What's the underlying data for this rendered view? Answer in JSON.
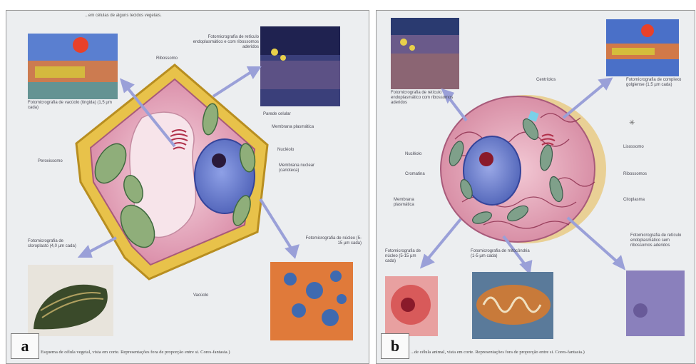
{
  "panels": [
    {
      "letter": "a",
      "caption": "Esquema de célula vegetal, vista em corte. Representações fora de proporção entre si. Cores-fantasia.)",
      "top_note": "...em células de alguns tecidos vegetais.",
      "labels": {
        "photo_top_left": "Fotomicrografia de vacúolo (tingida) (1,5 µm cada)",
        "photo_top_right": "Fotomicrografia de retículo endoplasmático e com ribossomos aderidos",
        "ribossomo": "Ribossomo",
        "parede_celular": "Parede celular",
        "membrana_plasmatica": "Membrana plasmática",
        "nucleolo": "Nucléolo",
        "membrana_nuclear": "Membrana nuclear (carioteca)",
        "peroxissomo": "Peroxissomo",
        "photo_bottom_left": "Fotomicrografia de cloroplasto (4,0 µm cada)",
        "photo_bottom_right": "Fotomicrografia de núcleo (5-15 µm cada)",
        "vacuolo": "Vacúolo"
      }
    },
    {
      "letter": "b",
      "caption": "...de célula animal, vista em corte. Representações fora de proporção entre si. Cores-fantasia.)",
      "labels": {
        "photo_top_left": "Fotomicrografia de retículo endoplasmático com ribossomos aderidos",
        "photo_top_right": "Fotomicrografia de complexo golgiense (1,5 µm cada)",
        "centriolos": "Centríolos",
        "lisossomo": "Lisossomo",
        "nucleolo": "Nucléolo",
        "cromatina": "Cromatina",
        "membrana_plasmatica": "Membrana plasmática",
        "ribossomos": "Ribossomos",
        "citoplasma": "Citoplasma",
        "photo_bottom_1": "Fotomicrografia de núcleo (5-15 µm cada)",
        "photo_bottom_2": "Fotomicrografia de mitocôndria (1-5 µm cada)",
        "photo_bottom_3": "Fotomicrografia de retículo endoplasmático sem ribossomos aderidos"
      }
    }
  ],
  "colors": {
    "cell_wall": "#e8c24a",
    "cytoplasm": "#e6a3b8",
    "nucleus": "#6a7fd0",
    "chloroplast": "#8fae7a",
    "arrow": "#9aa0d8"
  }
}
